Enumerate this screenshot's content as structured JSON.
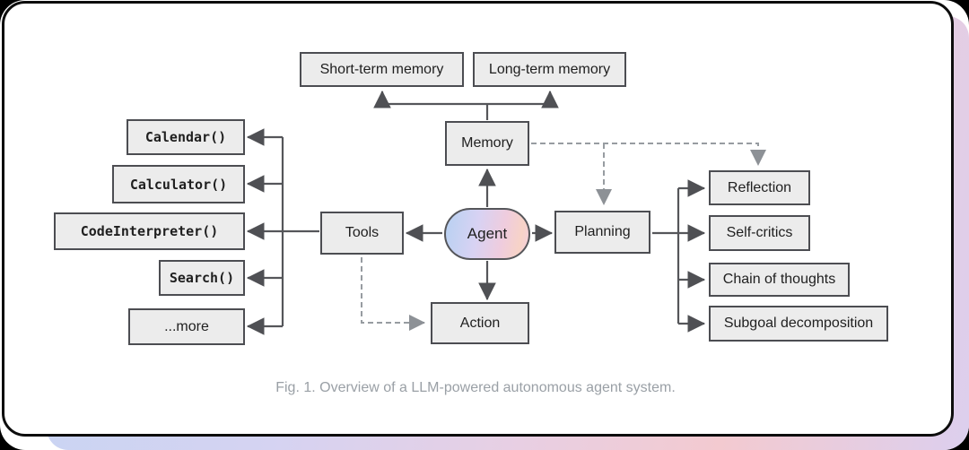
{
  "figure": {
    "caption": "Fig. 1. Overview of a LLM-powered autonomous agent system."
  },
  "nodes": {
    "short_term_memory": "Short-term memory",
    "long_term_memory": "Long-term memory",
    "memory": "Memory",
    "agent": "Agent",
    "tools": "Tools",
    "planning": "Planning",
    "action": "Action",
    "calendar": "Calendar()",
    "calculator": "Calculator()",
    "code_interpreter": "CodeInterpreter()",
    "search": "Search()",
    "more": "...more",
    "reflection": "Reflection",
    "self_critics": "Self-critics",
    "chain_of_thoughts": "Chain of thoughts",
    "subgoal_decomposition": "Subgoal decomposition"
  },
  "colors": {
    "node_fill": "#ececec",
    "node_border": "#4c4d52",
    "solid_connector": "#55565a",
    "dashed_connector": "#979ca1",
    "caption_text": "#9aa0a6",
    "agent_gradient": [
      "#b7d1f2",
      "#d8d2f3",
      "#efccdd",
      "#f7d3c7"
    ],
    "backdrop_gradient": [
      "#c7d4f3",
      "#d5d3f2",
      "#e8cfe3",
      "#f3cad0",
      "#dccfee"
    ],
    "card_background": "#ffffff",
    "card_border": "#0d0d0d"
  }
}
